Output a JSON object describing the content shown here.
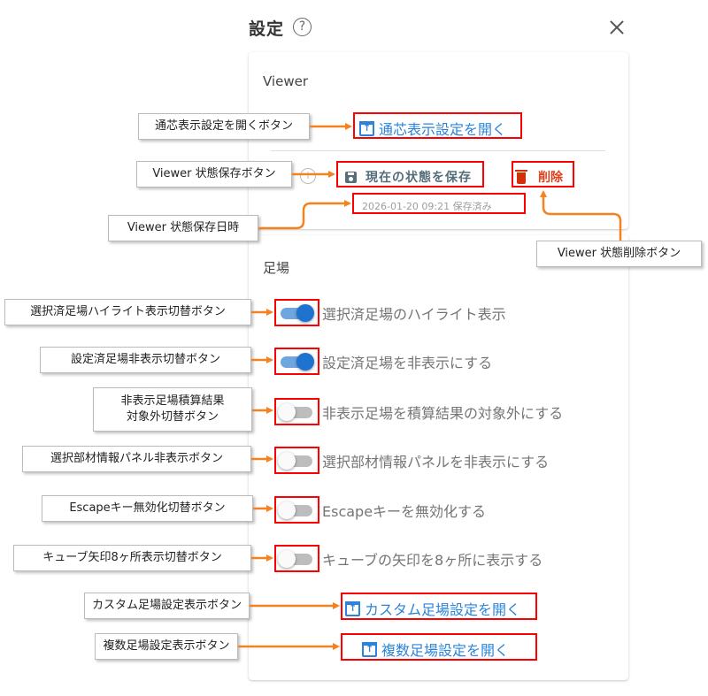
{
  "dialog": {
    "title": "設定",
    "help_icon": "?",
    "close_icon": "close-icon"
  },
  "viewer_section": {
    "title": "Viewer",
    "open_alignment_settings_label": "通芯表示設定を開く",
    "info_icon": "i",
    "save_state_label": "現在の状態を保存",
    "delete_label": "削除",
    "saved_timestamp": "2026-01-20 09:21 保存済み"
  },
  "scaffold_section": {
    "title": "足場",
    "toggles": [
      {
        "label": "選択済足場のハイライト表示",
        "on": true
      },
      {
        "label": "設定済足場を非表示にする",
        "on": true
      },
      {
        "label": "非表示足場を積算結果の対象外にする",
        "on": false
      },
      {
        "label": "選択部材情報パネルを非表示にする",
        "on": false
      },
      {
        "label": "Escapeキーを無効化する",
        "on": false
      },
      {
        "label": "キューブの矢印を8ヶ所に表示する",
        "on": false
      }
    ],
    "open_custom_scaffold_label": "カスタム足場設定を開く",
    "open_multi_scaffold_label": "複数足場設定を開く"
  },
  "annotations": {
    "alignment_button": "通芯表示設定を開くボタン",
    "save_state_button": "Viewer 状態保存ボタン",
    "saved_datetime": "Viewer 状態保存日時",
    "delete_state_button": "Viewer 状態削除ボタン",
    "highlight_toggle": "選択済足場ハイライト表示切替ボタン",
    "hide_configured_toggle": "設定済足場非表示切替ボタン",
    "exclude_hidden_line1": "非表示足場積算結果",
    "exclude_hidden_line2": "対象外切替ボタン",
    "hide_info_panel_toggle": "選択部材情報パネル非表示ボタン",
    "escape_toggle": "Escapeキー無効化切替ボタン",
    "cube_arrows_toggle": "キューブ矢印8ヶ所表示切替ボタン",
    "custom_scaffold_button": "カスタム足場設定表示ボタン",
    "multi_scaffold_button": "複数足場設定表示ボタン"
  },
  "colors": {
    "link_blue": "#2b84d9",
    "toggle_on": "#1e73d0",
    "delete_red": "#e0401c",
    "highlight_box": "#ff0000",
    "arrow_orange": "#f5821f"
  }
}
